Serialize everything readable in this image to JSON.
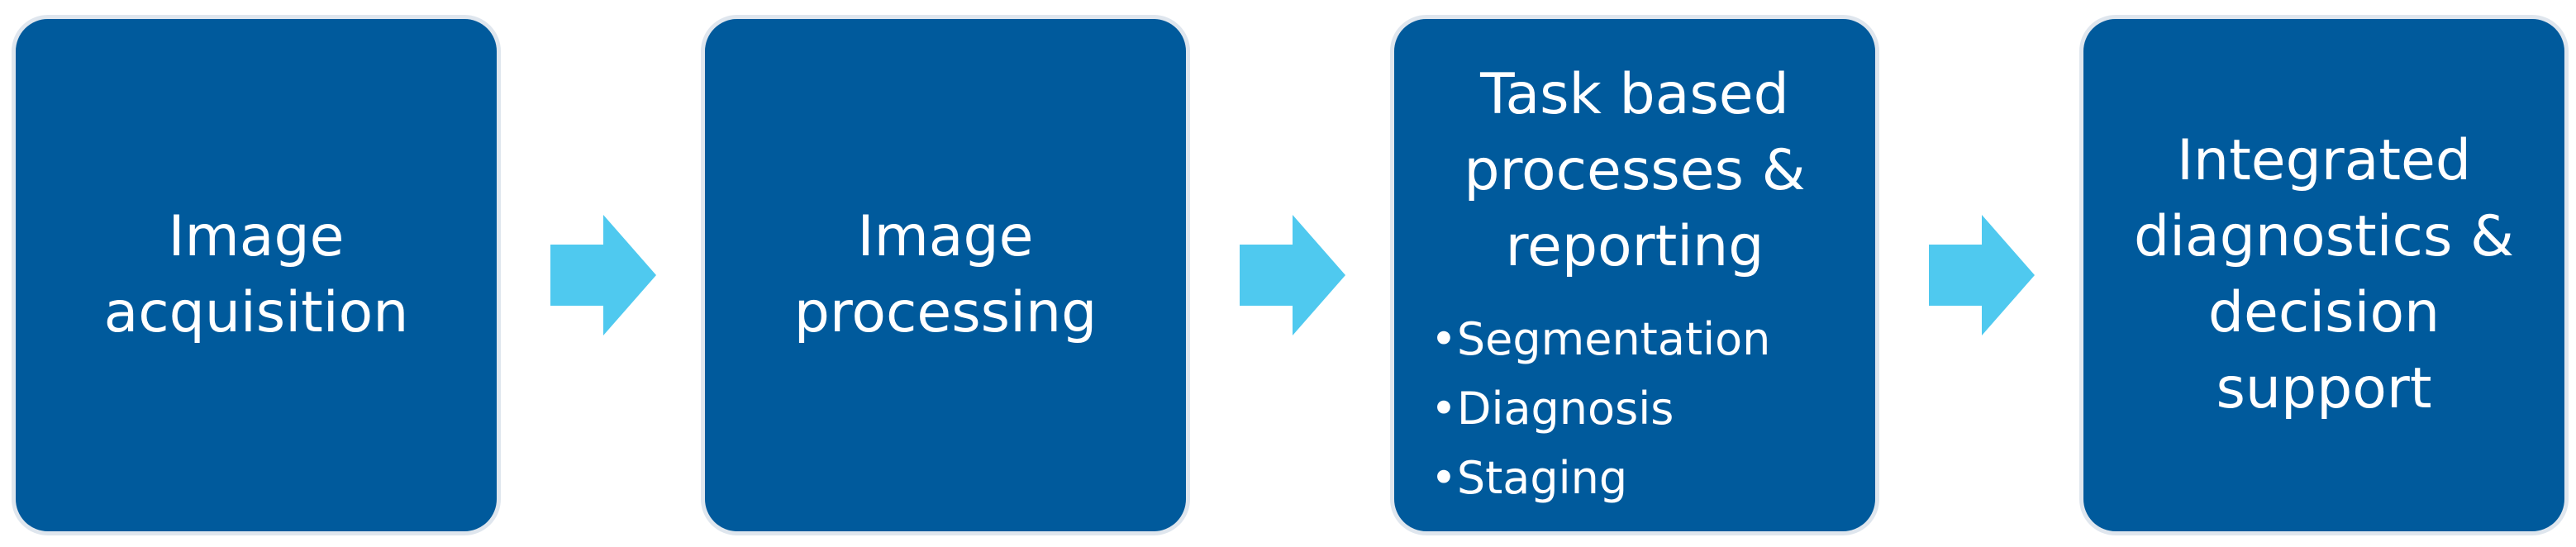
{
  "steps": [
    {
      "title": "Image\nacquisition"
    },
    {
      "title": "Image\nprocessing"
    },
    {
      "title": "Task based\nprocesses &\nreporting",
      "bullets": [
        "Segmentation",
        "Diagnosis",
        "Staging"
      ]
    },
    {
      "title": "Integrated\ndiagnostics &\ndecision\nsupport"
    }
  ],
  "colors": {
    "box_fill": "#005a9c",
    "box_border": "#dfe6ee",
    "arrow": "#4fc9ef",
    "text": "#ffffff"
  }
}
